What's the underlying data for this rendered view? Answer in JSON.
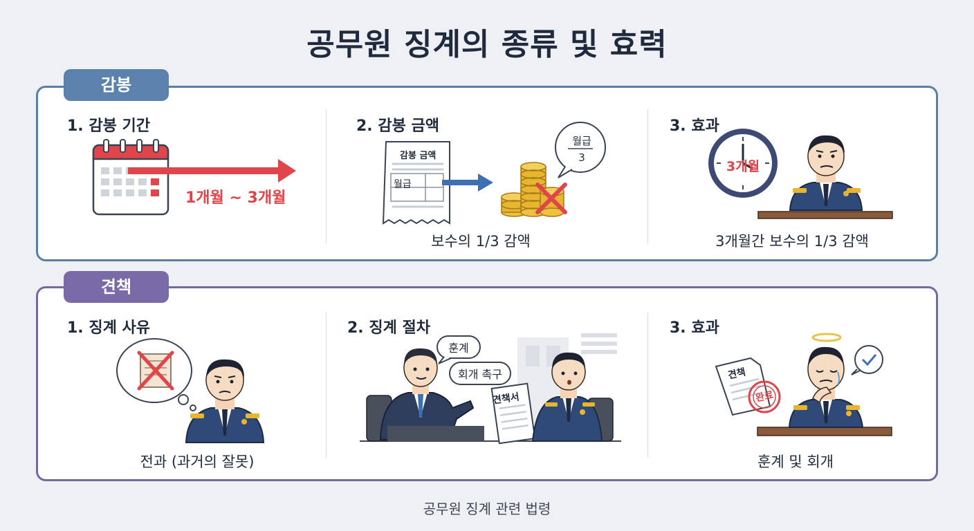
{
  "title": "공무원 징계의 종류 및 효력",
  "footer": "공무원 징계 관련 법령",
  "sections": [
    {
      "tag": "감봉",
      "items": [
        {
          "heading": "1. 감봉 기간",
          "figure_text": "1개월 ~ 3개월",
          "caption": ""
        },
        {
          "heading": "2. 감봉 금액",
          "doc_title": "감봉 금액",
          "doc_row": "월급",
          "bubble_top": "월급",
          "bubble_bottom": "3",
          "caption": "보수의 1/3 감액"
        },
        {
          "heading": "3. 효과",
          "clock_label": "3개월",
          "caption": "3개월간 보수의 1/3 감액"
        }
      ]
    },
    {
      "tag": "견책",
      "items": [
        {
          "heading": "1. 징계 사유",
          "caption": "전과 (과거의 잘못)"
        },
        {
          "heading": "2. 징계 절차",
          "bubble_1": "훈계",
          "bubble_2": "회개 촉구",
          "doc_label": "견책서",
          "caption": ""
        },
        {
          "heading": "3. 효과",
          "doc_label": "견책",
          "stamp_label": "완료",
          "caption": "훈계 및 회개"
        }
      ]
    }
  ],
  "colors": {
    "red": "#e0454b",
    "blue_border": "#5a7fa6",
    "purple_border": "#76689e",
    "uniform": "#2f4a78",
    "coin": "#e8b531"
  }
}
